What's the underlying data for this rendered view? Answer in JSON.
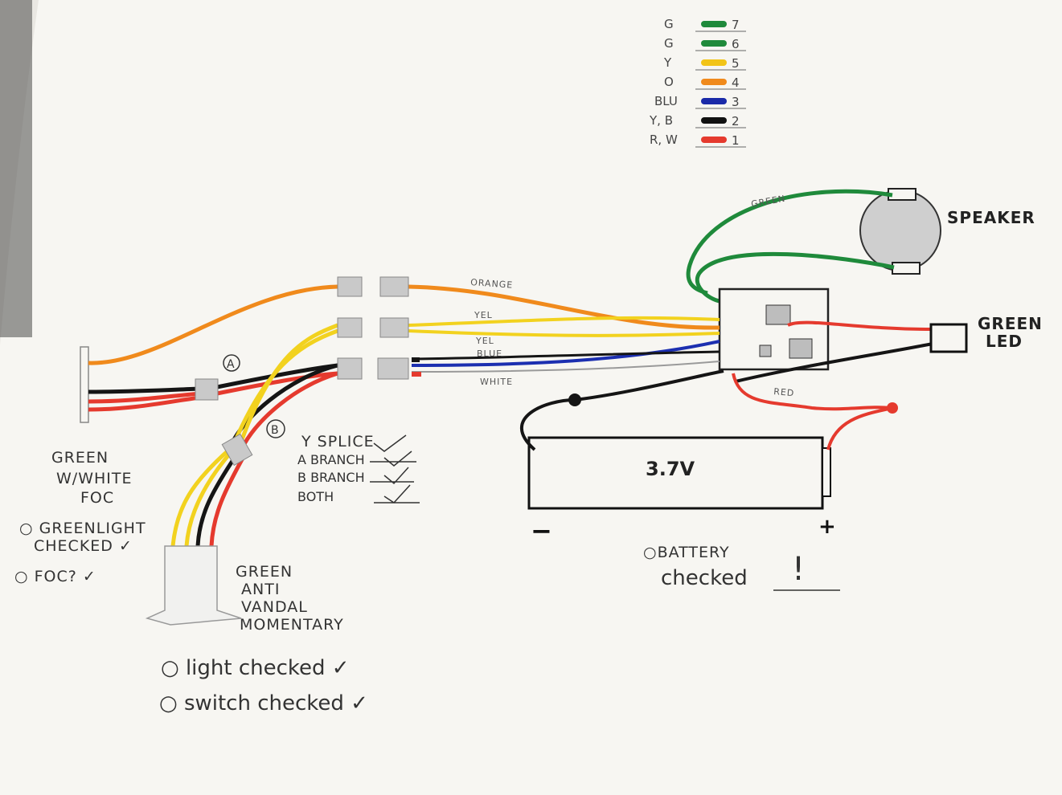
{
  "legend": {
    "rows": [
      {
        "label": "G",
        "color": "#1f8a3b",
        "pin": "7"
      },
      {
        "label": "G",
        "color": "#1f8a3b",
        "pin": "6"
      },
      {
        "label": "Y",
        "color": "#f2c417",
        "pin": "5"
      },
      {
        "label": "O",
        "color": "#f08a1c",
        "pin": "4"
      },
      {
        "label": "BLU",
        "color": "#1a2aa8",
        "pin": "3"
      },
      {
        "label": "Y, B",
        "color": "#111111",
        "pin": "2"
      },
      {
        "label": "R, W",
        "color": "#e53a2e",
        "pin": "1"
      }
    ]
  },
  "wires": {
    "orange": "ORANGE",
    "yel1": "YEL",
    "yel2": "YEL",
    "blue": "BLUE",
    "white": "WHITE",
    "green": "GREEN",
    "red": "RED"
  },
  "colors": {
    "orange": "#f08a1c",
    "yellow": "#f2d21f",
    "blue": "#1c2fb0",
    "green": "#1f8a3b",
    "red": "#e53a2e",
    "black": "#151515",
    "gray": "#9a9a9a"
  },
  "markers": {
    "a": "A",
    "b": "B"
  },
  "components": {
    "speaker": "SPEAKER",
    "green_led": [
      "GREEN",
      "LED"
    ],
    "battery_voltage": "3.7V",
    "battery_minus": "−",
    "battery_plus": "+"
  },
  "notes": {
    "foc_title": [
      "GREEN",
      "W/WHITE",
      "FOC"
    ],
    "greenlight": [
      "GREENLIGHT",
      "CHECKED ✓"
    ],
    "foc_check": "FOC? ✓",
    "switch_title": [
      "GREEN",
      "ANTI",
      "VANDAL",
      "MOMENTARY"
    ],
    "light_checked": "light checked ✓",
    "switch_checked": "switch checked ✓",
    "splice_title": "Y SPLICE",
    "splice_items": [
      "A BRANCH",
      "B BRANCH",
      "BOTH"
    ],
    "battery_checked": [
      "BATTERY",
      "checked"
    ],
    "exclaim": "!"
  }
}
